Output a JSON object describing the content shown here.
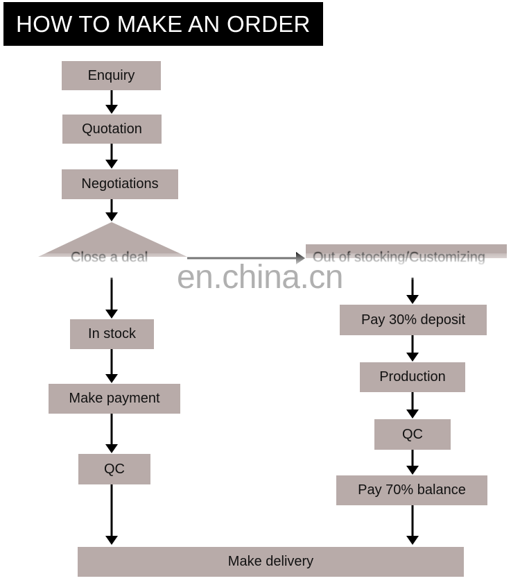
{
  "title": "HOW TO MAKE AN ORDER",
  "steps": {
    "enquiry": "Enquiry",
    "quotation": "Quotation",
    "negotiations": "Negotiations",
    "close_deal": "Close a deal",
    "out_of_stock": "Out of stocking/Customizing",
    "in_stock": "In stock",
    "make_payment": "Make payment",
    "qc_left": "QC",
    "pay_deposit": "Pay 30% deposit",
    "production": "Production",
    "qc_right": "QC",
    "pay_balance": "Pay 70% balance",
    "make_delivery": "Make delivery"
  },
  "watermark": "en.china.cn",
  "colors": {
    "box_fill": "#b8aba9",
    "title_bg": "#000000",
    "arrow": "#000000"
  }
}
